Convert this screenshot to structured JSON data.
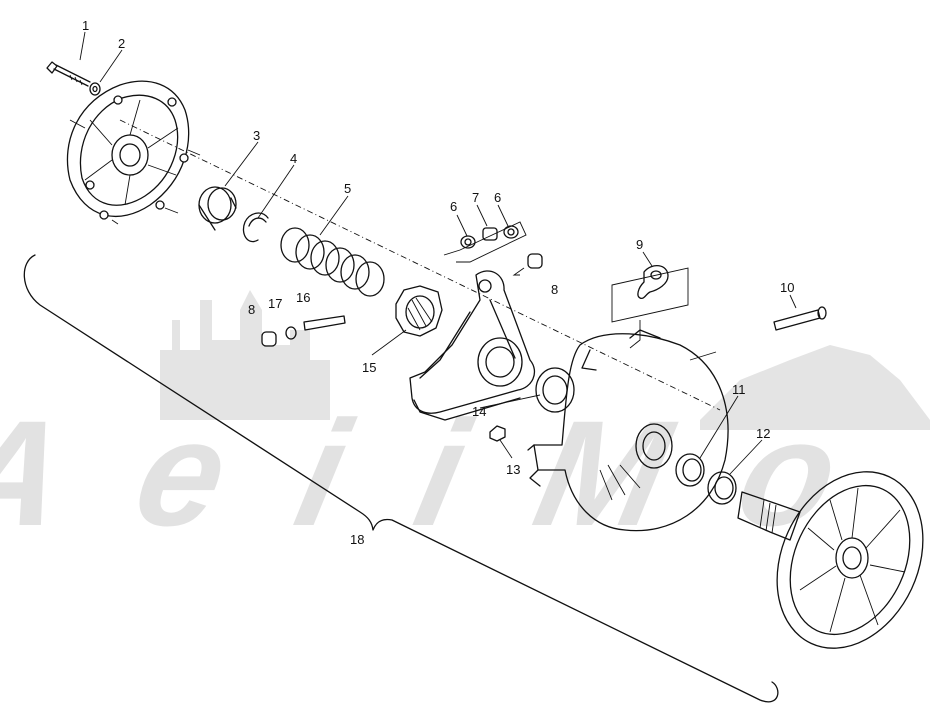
{
  "watermark": {
    "text": "AeiiMo"
  },
  "callouts": [
    {
      "id": "c1",
      "text": "1"
    },
    {
      "id": "c2",
      "text": "2"
    },
    {
      "id": "c3",
      "text": "3"
    },
    {
      "id": "c4",
      "text": "4"
    },
    {
      "id": "c5",
      "text": "5"
    },
    {
      "id": "c6a",
      "text": "6"
    },
    {
      "id": "c7",
      "text": "7"
    },
    {
      "id": "c6b",
      "text": "6"
    },
    {
      "id": "c8a",
      "text": "8"
    },
    {
      "id": "c8b",
      "text": "8"
    },
    {
      "id": "c9",
      "text": "9"
    },
    {
      "id": "c10",
      "text": "10"
    },
    {
      "id": "c11",
      "text": "11"
    },
    {
      "id": "c12",
      "text": "12"
    },
    {
      "id": "c13",
      "text": "13"
    },
    {
      "id": "c14",
      "text": "14"
    },
    {
      "id": "c15",
      "text": "15"
    },
    {
      "id": "c16",
      "text": "16"
    },
    {
      "id": "c17",
      "text": "17"
    },
    {
      "id": "c18",
      "text": "18"
    }
  ],
  "colors": {
    "line": "#111111",
    "watermark": "#e2e2e2",
    "background": "#ffffff"
  }
}
